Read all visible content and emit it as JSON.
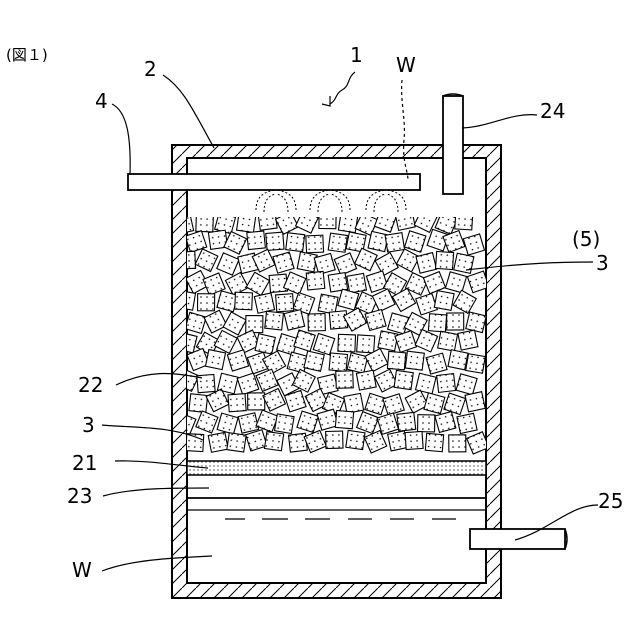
{
  "figure": {
    "caption": "(図１)"
  },
  "labels": {
    "device": "1",
    "water_top": "W",
    "wall": "2",
    "supply_pipe": "4",
    "vent_pipe": "24",
    "paren_5": "(5)",
    "block_right": "3",
    "packed_bed": "22",
    "block_left": "3",
    "plate": "21",
    "space": "23",
    "drain_pipe": "25",
    "water_bottom": "W"
  }
}
